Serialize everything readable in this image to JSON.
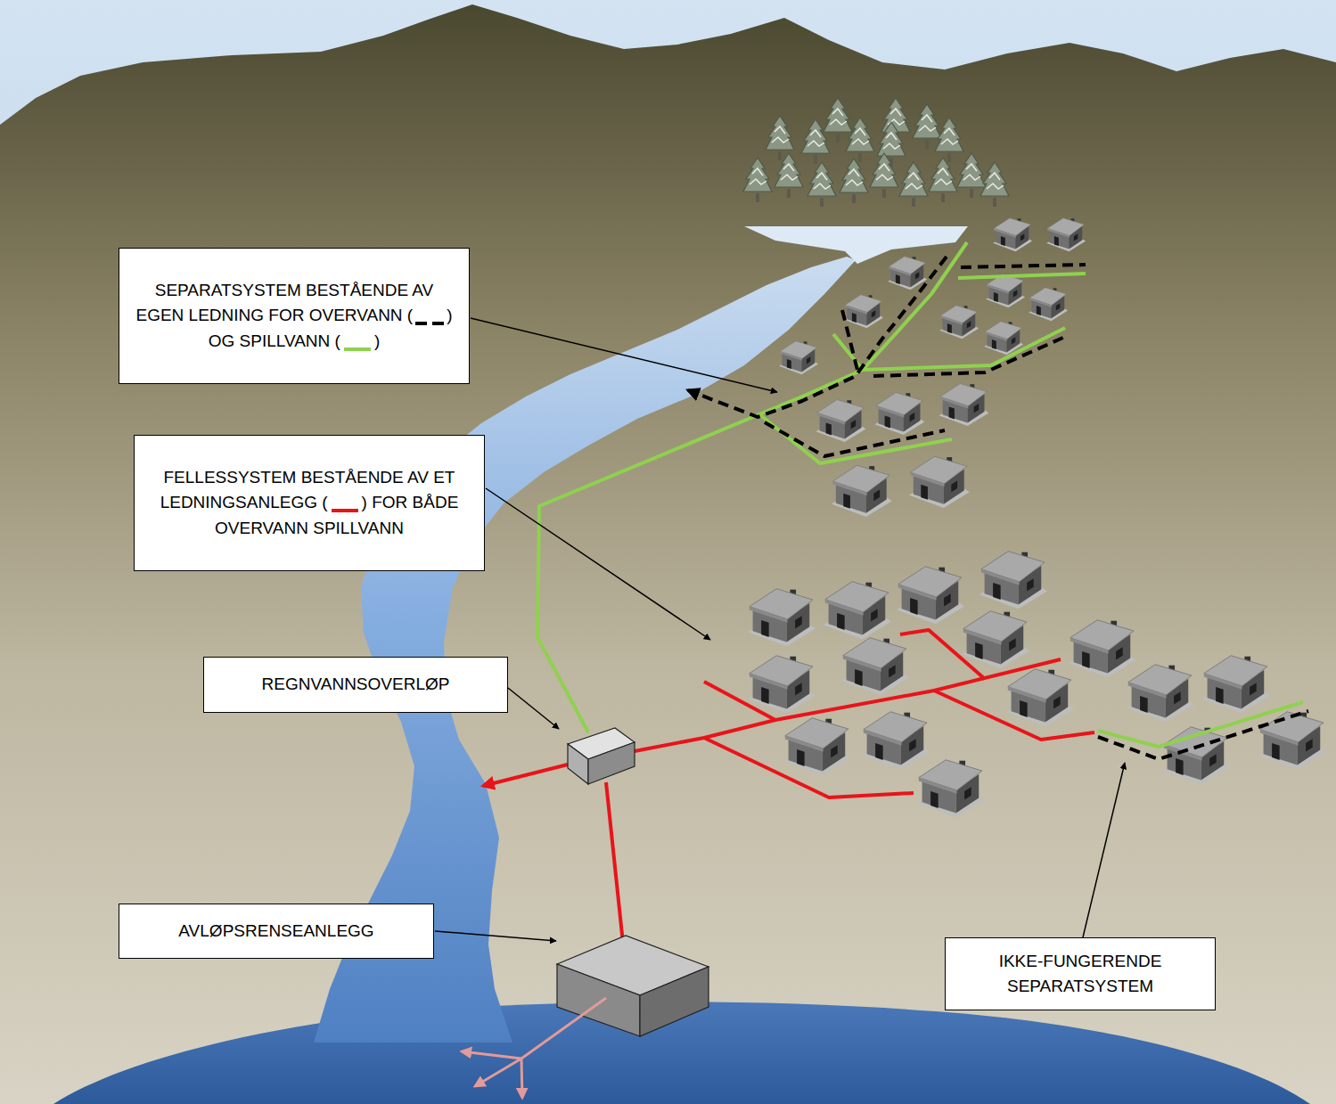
{
  "diagram": {
    "nodes": [
      {
        "text": [
          "SEPARATSYSTEM BESTÅENDE AV EGEN LEDNING FOR OVERVANN (",
          ") OG SPILLVANN (",
          ")"
        ]
      },
      {
        "text": [
          "FELLESSYSTEM BESTÅENDE AV ET LEDNINGSANLEGG (",
          ") FOR BÅDE OVERVANN SPILLVANN"
        ]
      },
      {
        "text": [
          "REGNVANNSOVERLØP"
        ]
      },
      {
        "text": [
          "AVLØPSRENSEANLEGG"
        ]
      },
      {
        "text": [
          "IKKE-FUNGERENDE SEPARATSYSTEM"
        ]
      }
    ]
  }
}
